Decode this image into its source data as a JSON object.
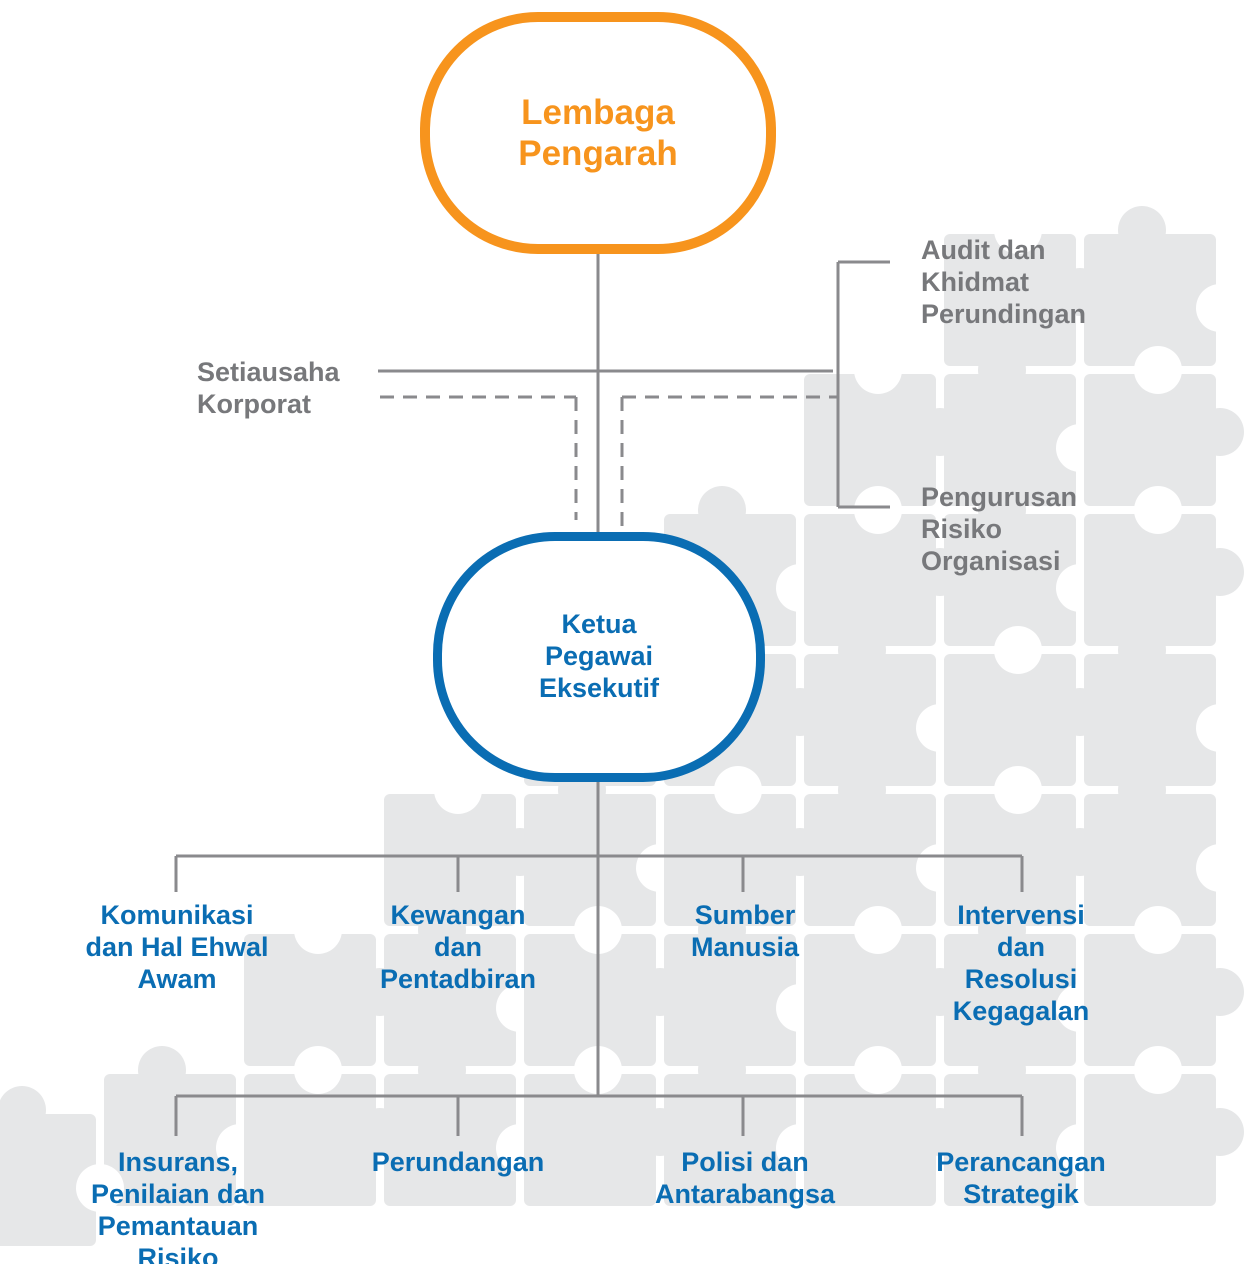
{
  "colors": {
    "accent_orange": "#f7941d",
    "accent_blue": "#0a6db3",
    "text_gray": "#77787b",
    "line_gray": "#8a8a8d",
    "puzzle_gray": "#e6e7e8"
  },
  "top": {
    "label": "Lembaga\nPengarah"
  },
  "side_left": {
    "label": "Setiausaha\nKorporat"
  },
  "side_right": [
    {
      "label": "Audit dan\nKhidmat\nPerundingan"
    },
    {
      "label": "Pengurusan\nRisiko\nOrganisasi"
    }
  ],
  "center": {
    "label": "Ketua\nPegawai\nEksekutif"
  },
  "departments_row1": [
    {
      "label": "Komunikasi\ndan Hal Ehwal\nAwam"
    },
    {
      "label": "Kewangan\ndan\nPentadbiran"
    },
    {
      "label": "Sumber\nManusia"
    },
    {
      "label": "Intervensi\ndan\nResolusi Kegagalan"
    }
  ],
  "departments_row2": [
    {
      "label": "Insurans,\nPenilaian dan\nPemantauan Risiko"
    },
    {
      "label": "Perundangan"
    },
    {
      "label": "Polisi dan\nAntarabangsa"
    },
    {
      "label": "Perancangan\nStrategik"
    }
  ],
  "background_icon": "jigsaw-puzzle-piece-icon"
}
